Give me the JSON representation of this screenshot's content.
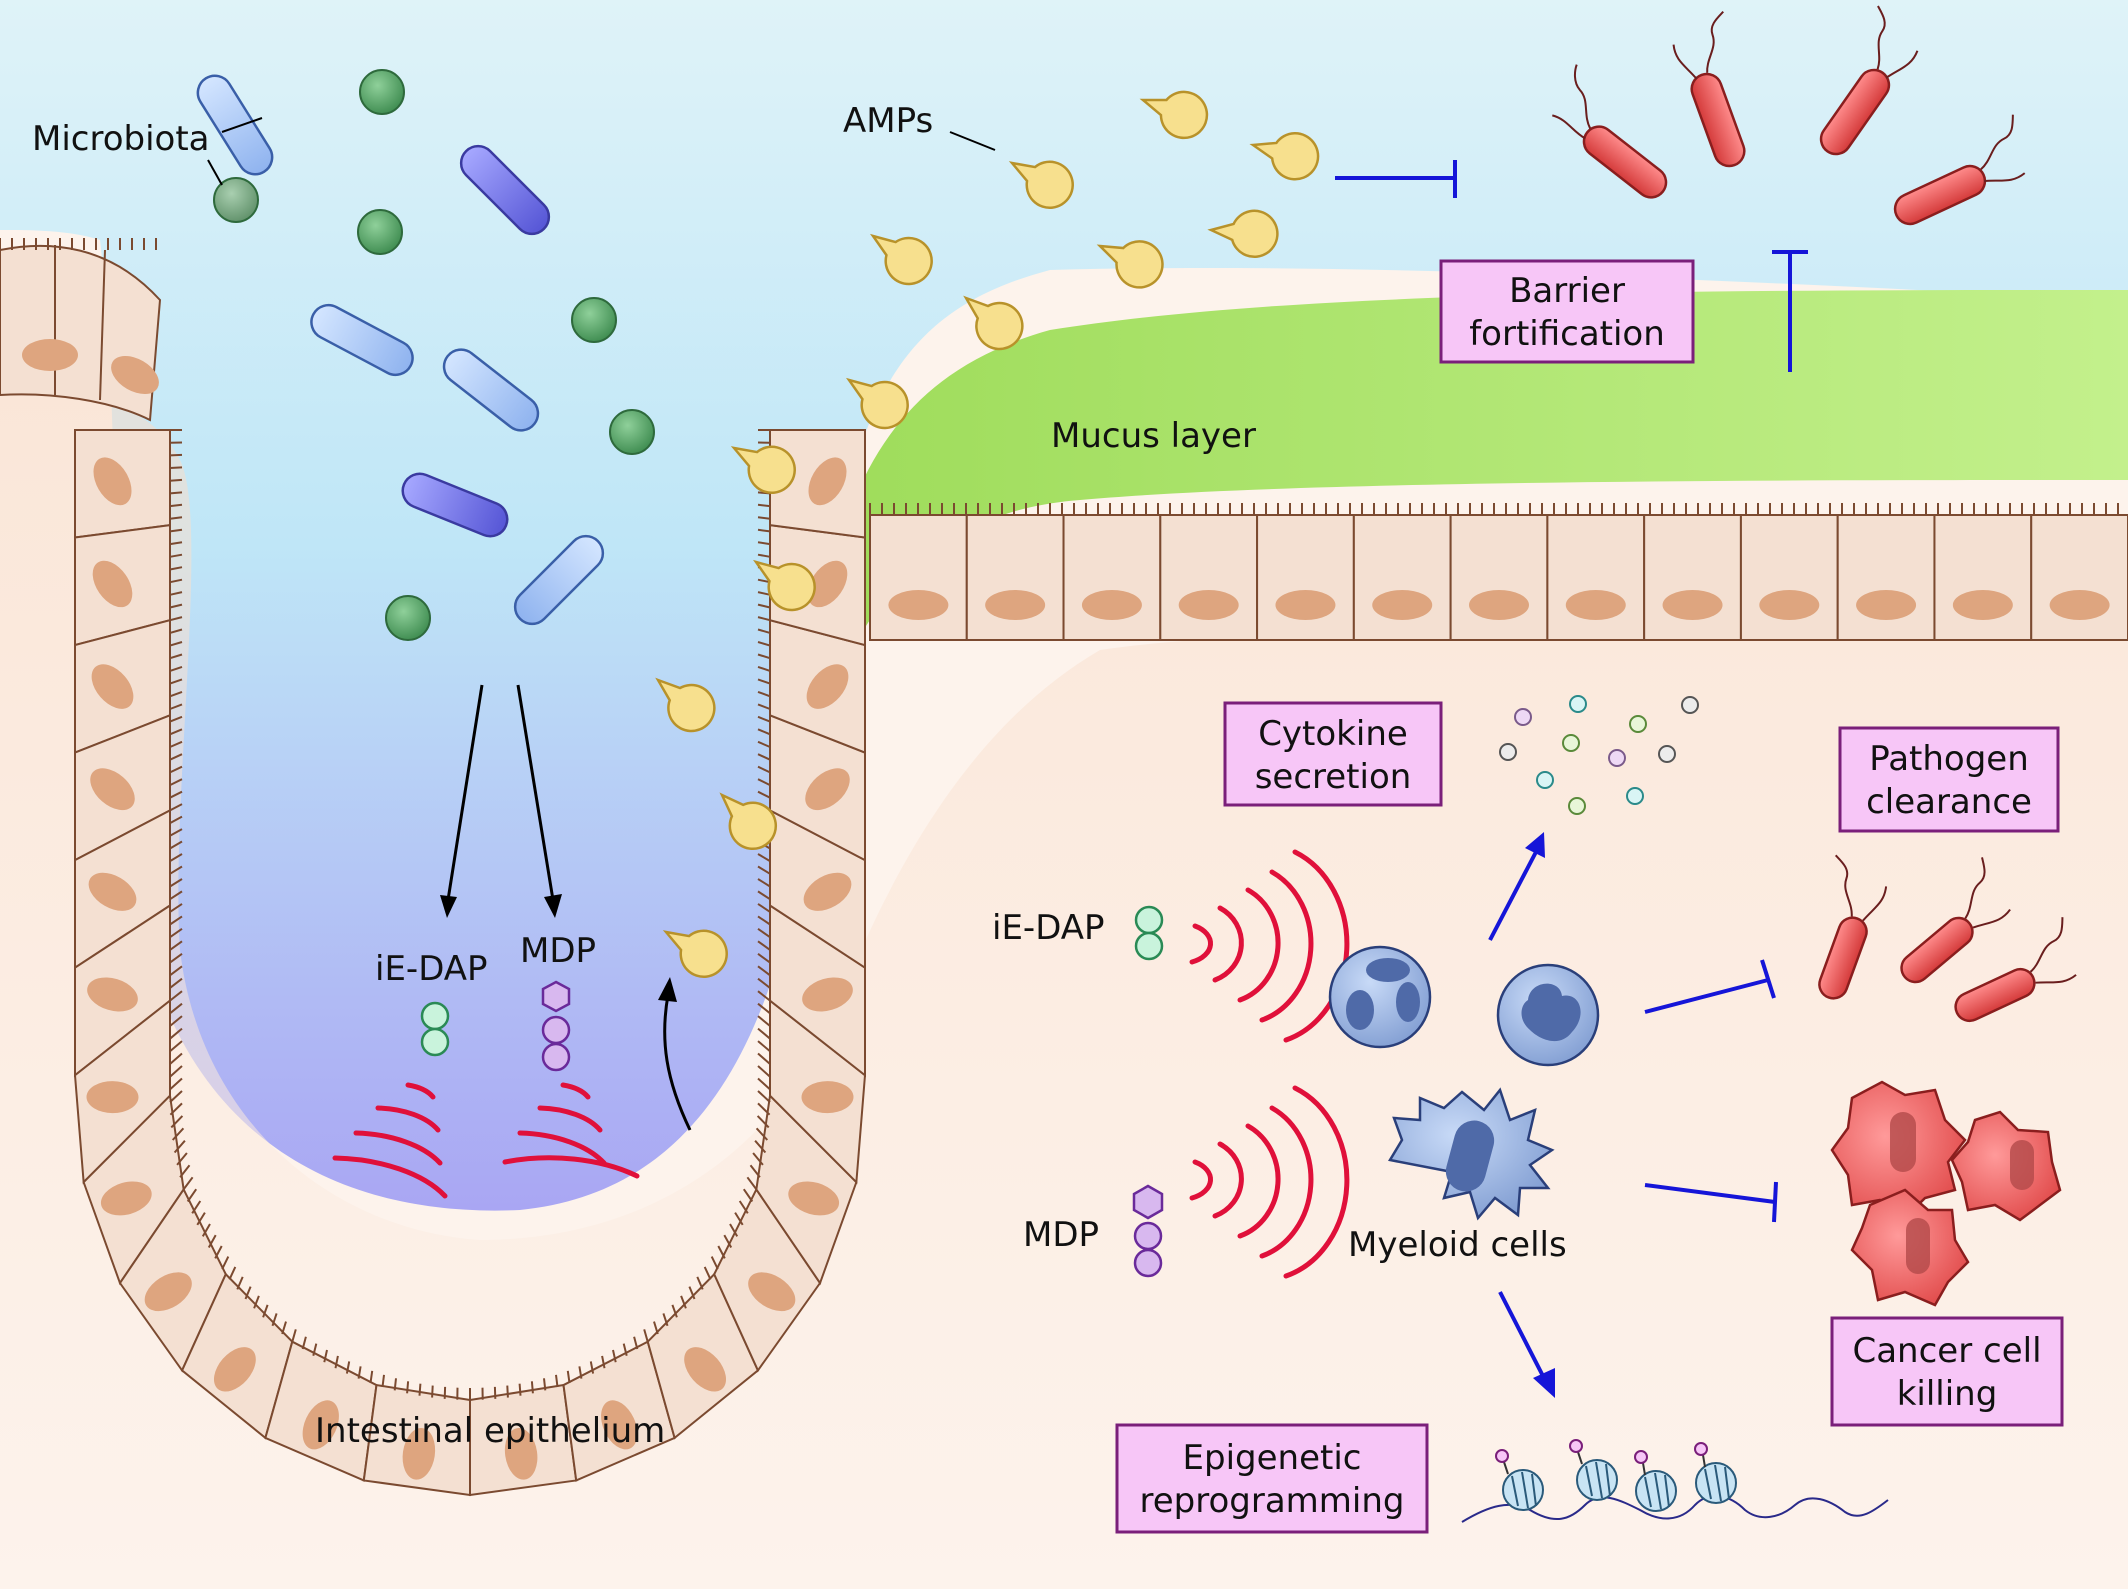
{
  "labels": {
    "microbiota": "Microbiota",
    "amps": "AMPs",
    "mucus_layer": "Mucus layer",
    "intestinal_epithelium": "Intestinal epithelium",
    "ie_dap_crypt": "iE-DAP",
    "mdp_crypt": "MDP",
    "ie_dap_right": "iE-DAP",
    "mdp_right": "MDP",
    "myeloid_cells": "Myeloid cells"
  },
  "boxes": {
    "barrier_fortification": [
      "Barrier",
      "fortification"
    ],
    "cytokine_secretion": [
      "Cytokine",
      "secretion"
    ],
    "pathogen_clearance": [
      "Pathogen",
      "clearance"
    ],
    "cancer_cell_killing": [
      "Cancer cell",
      "killing"
    ],
    "epigenetic_reprogramming": [
      "Epigenetic",
      "reprogramming"
    ]
  },
  "colors": {
    "lumen_top": "#d4eef8",
    "lumen_bottom": "#a7a9f5",
    "tissue": "#fcebdf",
    "mucus": "#b5ec78",
    "box_fill": "#f7c6f7",
    "box_border": "#7a1f7a",
    "inhibition": "#1515d8",
    "signal_wave": "#e0103a",
    "bacteria_commensal_rod": "#a9c9f5",
    "bacteria_commensal_sphere": "#55a06a",
    "pathogen": "#e05555",
    "amp": "#f5dc80"
  }
}
